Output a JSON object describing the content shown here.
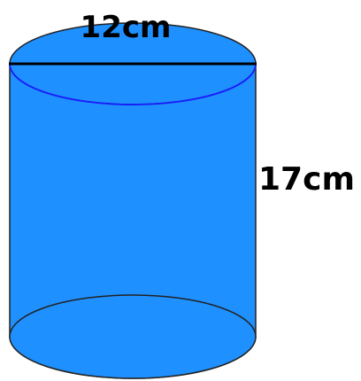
{
  "diagram": {
    "shape": "cylinder",
    "diameter_label": "12cm",
    "height_label": "17cm",
    "colors": {
      "fill": "#1e90ff",
      "top_face": "#1e90ff",
      "rim_back": "#1a1aff",
      "outline": "#222222",
      "diameter_line": "#000000",
      "label_text": "#000000"
    }
  }
}
